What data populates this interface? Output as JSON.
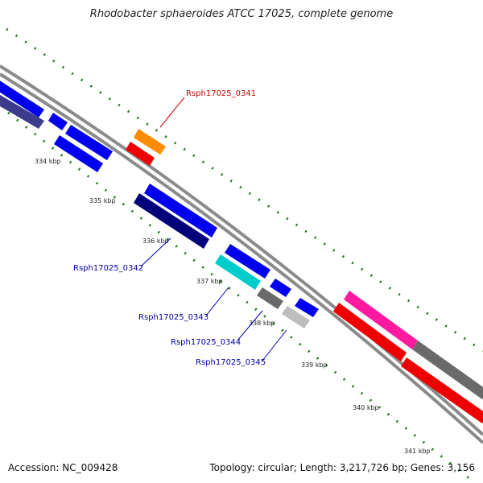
{
  "title": "Rhodobacter sphaeroides ATCC 17025, complete genome",
  "footer": {
    "accession": "Accession: NC_009428",
    "summary": "Topology: circular; Length: 3,217,726 bp; Genes: 3,156"
  },
  "ticks": [
    "334 kbp",
    "335 kbp",
    "336 kbp",
    "337 kbp",
    "338 kbp",
    "339 kbp",
    "340 kbp",
    "341 kbp"
  ],
  "gene_labels": {
    "highlight": "Rsph17025_0341",
    "g0342": "Rsph17025_0342",
    "g0343": "Rsph17025_0343",
    "g0344": "Rsph17025_0344",
    "g0345": "Rsph17025_0345"
  },
  "colors": {
    "backbone": "#8a8a8a",
    "dots": "#1a7a1a",
    "blue": "#0000ee",
    "navy": "#00007a",
    "slate": "#3c3c8c",
    "orange": "#ff8c00",
    "red": "#ee0000",
    "cyan": "#00cccc",
    "gray": "#6a6a6a",
    "lightgray": "#bdbdbd",
    "magenta": "#ff1aa0",
    "label_red": "#cc0000",
    "label_blue": "#0000aa"
  }
}
